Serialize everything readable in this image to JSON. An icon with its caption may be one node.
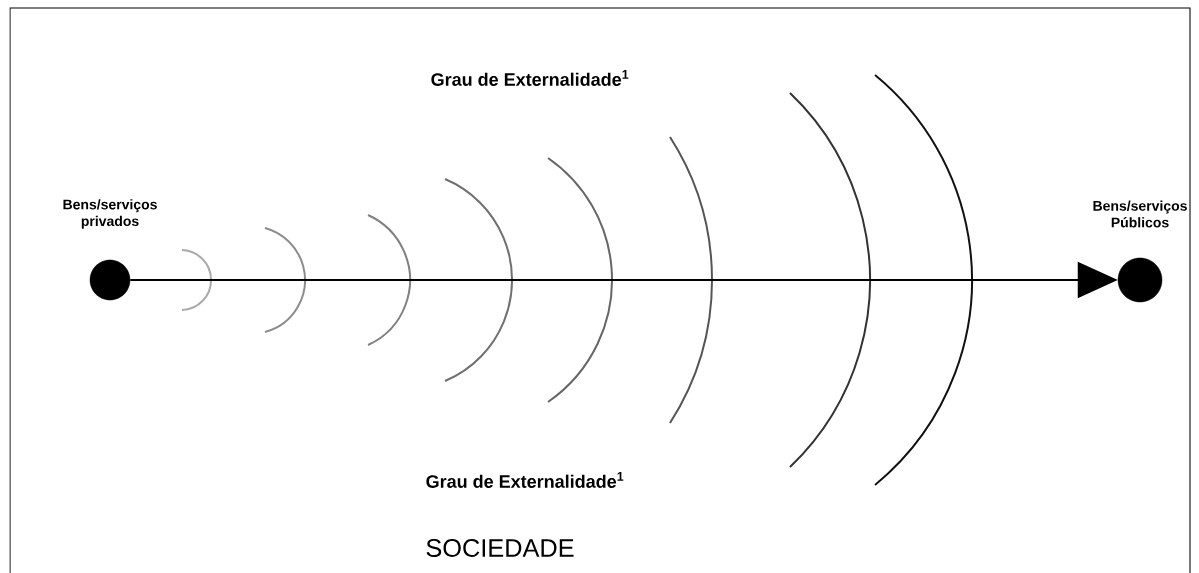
{
  "diagram": {
    "nodes": [
      {
        "text": [],
        "shape": "circle",
        "beside": [
          "Bens/serviços privados"
        ]
      },
      {
        "text": [],
        "shape": "circle",
        "beside": [
          "Bens/serviços Públicos"
        ]
      }
    ],
    "edges": [
      {
        "from": 0,
        "to": 1,
        "arrow": "to"
      }
    ],
    "labels": [
      "Grau de Externalidade$^{1}$",
      "Grau de Externalidade$^{1}$",
      "SOCIEDADE"
    ]
  }
}
